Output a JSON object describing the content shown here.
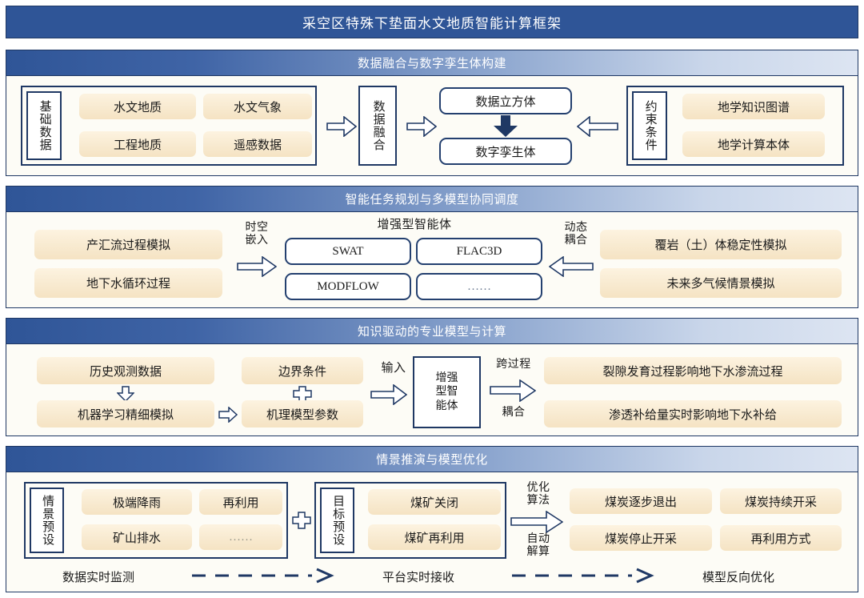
{
  "title": "采空区特殊下垫面水文地质智能计算框架",
  "sections": [
    {
      "header": "数据融合与数字孪生体构建",
      "base_data_label": "基础数据",
      "base_items": [
        "水文地质",
        "水文气象",
        "工程地质",
        "遥感数据"
      ],
      "fusion_label": "数据融合",
      "twin_items": [
        "数据立方体",
        "数字孪生体"
      ],
      "constraint_label": "约束条件",
      "constraint_items": [
        "地学知识图谱",
        "地学计算本体"
      ]
    },
    {
      "header": "智能任务规划与多模型协同调度",
      "left_items": [
        "产汇流过程模拟",
        "地下水循环过程"
      ],
      "left_arrow_label": "时空\n嵌入",
      "agent_title": "增强型智能体",
      "agent_models": [
        "SWAT",
        "FLAC3D",
        "MODFLOW",
        "……"
      ],
      "right_arrow_label": "动态\n耦合",
      "right_items": [
        "覆岩（土）体稳定性模拟",
        "未来多气候情景模拟"
      ]
    },
    {
      "header": "知识驱动的专业模型与计算",
      "col1": [
        "历史观测数据",
        "机器学习精细模拟"
      ],
      "col2": [
        "边界条件",
        "机理模型参数"
      ],
      "input_label": "输入",
      "agent_box": "增强\n型智\n能体",
      "cross_label_top": "跨过程",
      "cross_label_bottom": "耦合",
      "outputs": [
        "裂隙发育过程影响地下水渗流过程",
        "渗透补给量实时影响地下水补给"
      ]
    },
    {
      "header": "情景推演与模型优化",
      "scenario_label": "情景预设",
      "scenario_items": [
        "极端降雨",
        "再利用",
        "矿山排水",
        "……"
      ],
      "target_label": "目标预设",
      "target_items": [
        "煤矿关闭",
        "煤矿再利用"
      ],
      "opt_label_top": "优化\n算法",
      "opt_label_bottom": "自动\n解算",
      "results": [
        "煤炭逐步退出",
        "煤炭持续开采",
        "煤炭停止开采",
        "再利用方式"
      ],
      "footer": [
        "数据实时监测",
        "平台实时接收",
        "模型反向优化"
      ]
    }
  ],
  "colors": {
    "title_bg": "#2f5597",
    "border_navy": "#1f3864",
    "pill_cream": "#f8ead0",
    "panel_bg": "#fdfcf6",
    "header_gradient_start": "#2f5597",
    "header_gradient_end": "#dde5f2"
  }
}
